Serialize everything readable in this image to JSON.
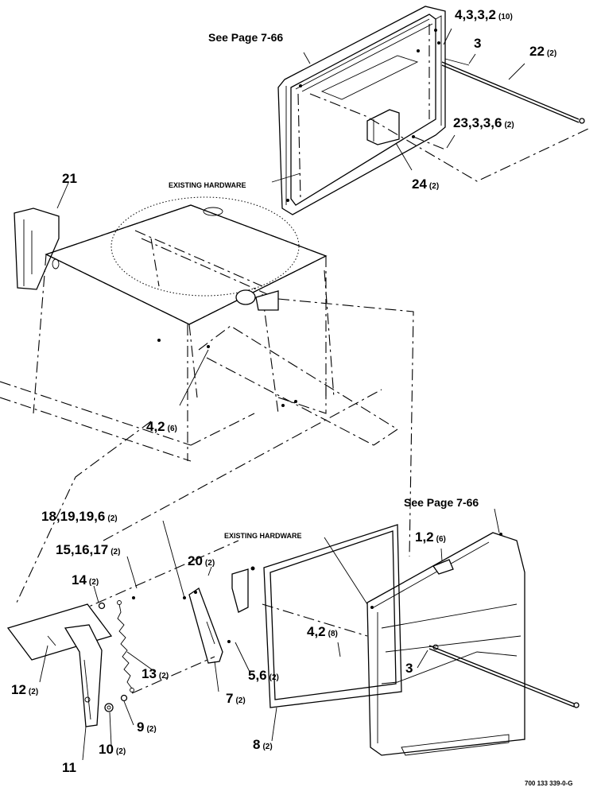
{
  "references": {
    "top_page_ref": "See Page 7-66",
    "right_page_ref": "See Page 7-66",
    "existing_hw_top": "EXISTING HARDWARE",
    "existing_hw_bottom": "EXISTING HARDWARE",
    "figure_number": "700 133 339-0-G"
  },
  "callouts": [
    {
      "id": "c1",
      "text": "4,3,3,2",
      "qty": "(10)"
    },
    {
      "id": "c2",
      "text": "3",
      "qty": ""
    },
    {
      "id": "c3",
      "text": "22",
      "qty": "(2)"
    },
    {
      "id": "c4",
      "text": "23,3,3,6",
      "qty": "(2)"
    },
    {
      "id": "c5",
      "text": "24",
      "qty": "(2)"
    },
    {
      "id": "c6",
      "text": "21",
      "qty": ""
    },
    {
      "id": "c7",
      "text": "4,2",
      "qty": "(6)"
    },
    {
      "id": "c8",
      "text": "18,19,19,6",
      "qty": "(2)"
    },
    {
      "id": "c9",
      "text": "15,16,17",
      "qty": "(2)"
    },
    {
      "id": "c10",
      "text": "14",
      "qty": "(2)"
    },
    {
      "id": "c11",
      "text": "20",
      "qty": "(2)"
    },
    {
      "id": "c12",
      "text": "13",
      "qty": "(2)"
    },
    {
      "id": "c13",
      "text": "12",
      "qty": "(2)"
    },
    {
      "id": "c14",
      "text": "9",
      "qty": "(2)"
    },
    {
      "id": "c15",
      "text": "10",
      "qty": "(2)"
    },
    {
      "id": "c16",
      "text": "11",
      "qty": ""
    },
    {
      "id": "c17",
      "text": "7",
      "qty": "(2)"
    },
    {
      "id": "c18",
      "text": "5,6",
      "qty": "(2)"
    },
    {
      "id": "c19",
      "text": "8",
      "qty": "(2)"
    },
    {
      "id": "c20",
      "text": "4,2",
      "qty": "(8)"
    },
    {
      "id": "c21",
      "text": "1,2",
      "qty": "(6)"
    },
    {
      "id": "c22",
      "text": "3",
      "qty": ""
    }
  ]
}
